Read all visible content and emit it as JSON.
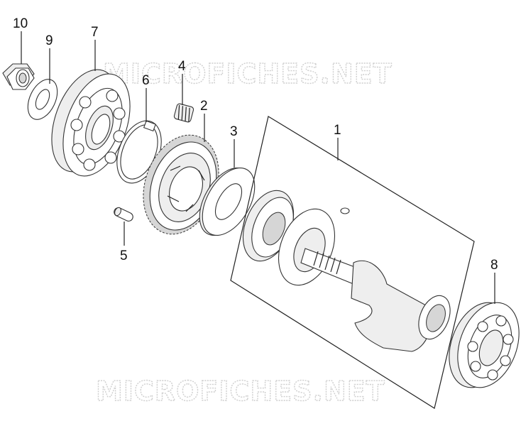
{
  "watermarks": [
    "MICROFICHES.NET",
    "MICROFICHES.NET"
  ],
  "callouts": [
    {
      "id": "part-10",
      "label": "10"
    },
    {
      "id": "part-9",
      "label": "9"
    },
    {
      "id": "part-7",
      "label": "7"
    },
    {
      "id": "part-6",
      "label": "6"
    },
    {
      "id": "part-4",
      "label": "4"
    },
    {
      "id": "part-2",
      "label": "2"
    },
    {
      "id": "part-3",
      "label": "3"
    },
    {
      "id": "part-1",
      "label": "1"
    },
    {
      "id": "part-5",
      "label": "5"
    },
    {
      "id": "part-8",
      "label": "8"
    }
  ]
}
